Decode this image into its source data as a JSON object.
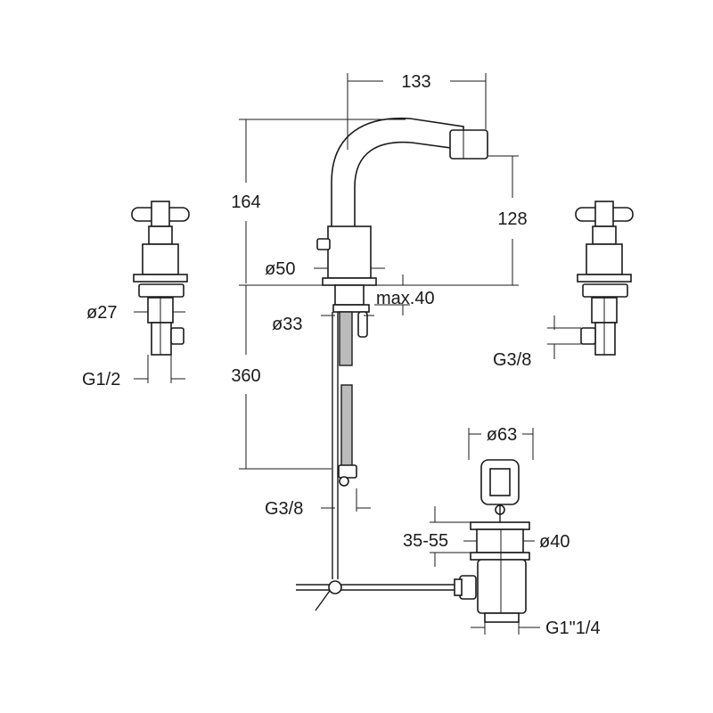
{
  "dimensions": {
    "spout_reach": "133",
    "overall_height": "164",
    "spout_height": "128",
    "body_diameter": "ø50",
    "deck_thickness": "max.40",
    "hole_diameter": "ø33",
    "hose_length": "360",
    "hose_connection": "G3/8",
    "valve_flange_diameter": "ø27",
    "valve_inlet_thread": "G1/2",
    "valve_outlet_thread": "G3/8",
    "waste_knob_diameter": "ø63",
    "waste_adjust_range": "35-55",
    "waste_hole_diameter": "ø40",
    "waste_outlet_thread": "G1\"1/4"
  },
  "colors": {
    "line": "#1a1a1a",
    "hose_fill": "#bbbbbb",
    "background": "#ffffff"
  }
}
